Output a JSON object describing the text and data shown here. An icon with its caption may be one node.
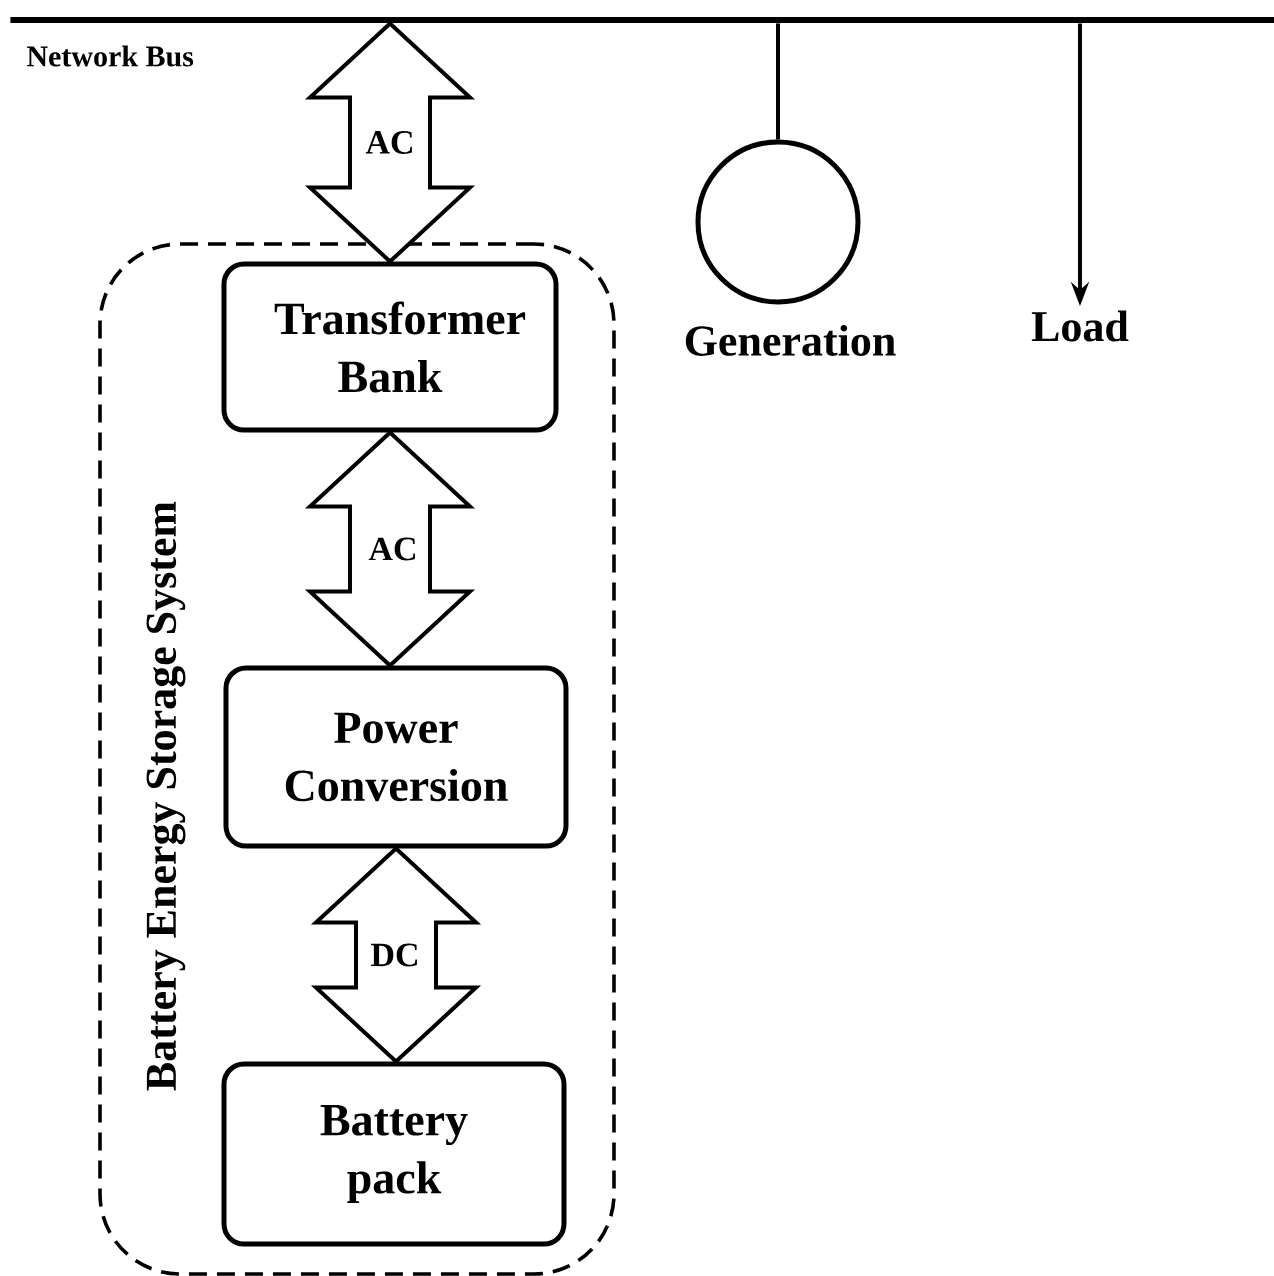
{
  "diagram": {
    "nodes": [
      {
        "text": [
          "Network Bus"
        ]
      },
      {
        "text": [
          "Battery Energy Storage System"
        ]
      },
      {
        "text": [
          "Transformer Bank"
        ],
        "in": 1
      },
      {
        "text": [
          "Power Conversion"
        ],
        "in": 1
      },
      {
        "text": [
          "Battery pack"
        ],
        "in": 1
      },
      {
        "text": [],
        "shape": "circle",
        "beside": [
          "Generation"
        ]
      },
      {
        "text": [
          "Load"
        ]
      }
    ],
    "edges": [
      {
        "from": 0,
        "to": 2,
        "arrow": "both",
        "label": "AC",
        "style": "thick"
      },
      {
        "from": 2,
        "to": 3,
        "arrow": "both",
        "label": "AC",
        "style": "thick"
      },
      {
        "from": 3,
        "to": 4,
        "arrow": "both",
        "label": "DC",
        "style": "thick"
      },
      {
        "from": 0,
        "to": 5,
        "arrow": "none"
      },
      {
        "from": 0,
        "to": 6,
        "arrow": "to"
      }
    ]
  }
}
